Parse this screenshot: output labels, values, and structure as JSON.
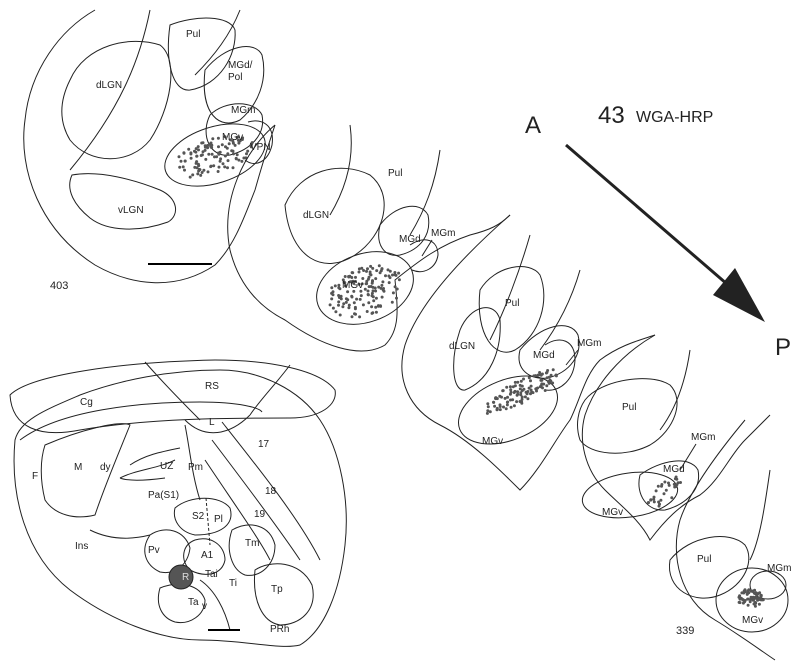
{
  "header": {
    "case_number": "43",
    "tracer": "WGA-HRP",
    "anterior_letter": "A",
    "posterior_letter": "P"
  },
  "sections": [
    {
      "level": "403",
      "labels": {
        "pul": "Pul",
        "dlgn": "dLGN",
        "mgd": "MGd/",
        "pol": "Pol",
        "mgm": "MGm",
        "mgv": "MGv",
        "vpn": "VPN",
        "vlgn": "vLGN"
      }
    },
    {
      "labels": {
        "pul": "Pul",
        "dlgn": "dLGN",
        "mgd": "MGd",
        "mgm": "MGm",
        "mgv": "MGv"
      }
    },
    {
      "labels": {
        "pul": "Pul",
        "dlgn": "dLGN",
        "mgd": "MGd",
        "mgm": "MGm",
        "mgv": "MGv"
      }
    },
    {
      "labels": {
        "pul": "Pul",
        "mgd": "MGd",
        "mgm": "MGm",
        "mgv": "MGv"
      }
    },
    {
      "level": "339",
      "labels": {
        "pul": "Pul",
        "mgm": "MGm",
        "mgv": "MGv"
      }
    }
  ],
  "cortex_map": {
    "labels": [
      "RS",
      "Cg",
      "L",
      "17",
      "M",
      "dy",
      "UZ",
      "Pm",
      "F",
      "Pa(S1)",
      "18",
      "S2",
      "Pl",
      "19",
      "Ins",
      "Pv",
      "A1",
      "Tm",
      "R",
      "Tai",
      "Ti",
      "Tp",
      "Ta",
      "v",
      "PRh"
    ]
  }
}
